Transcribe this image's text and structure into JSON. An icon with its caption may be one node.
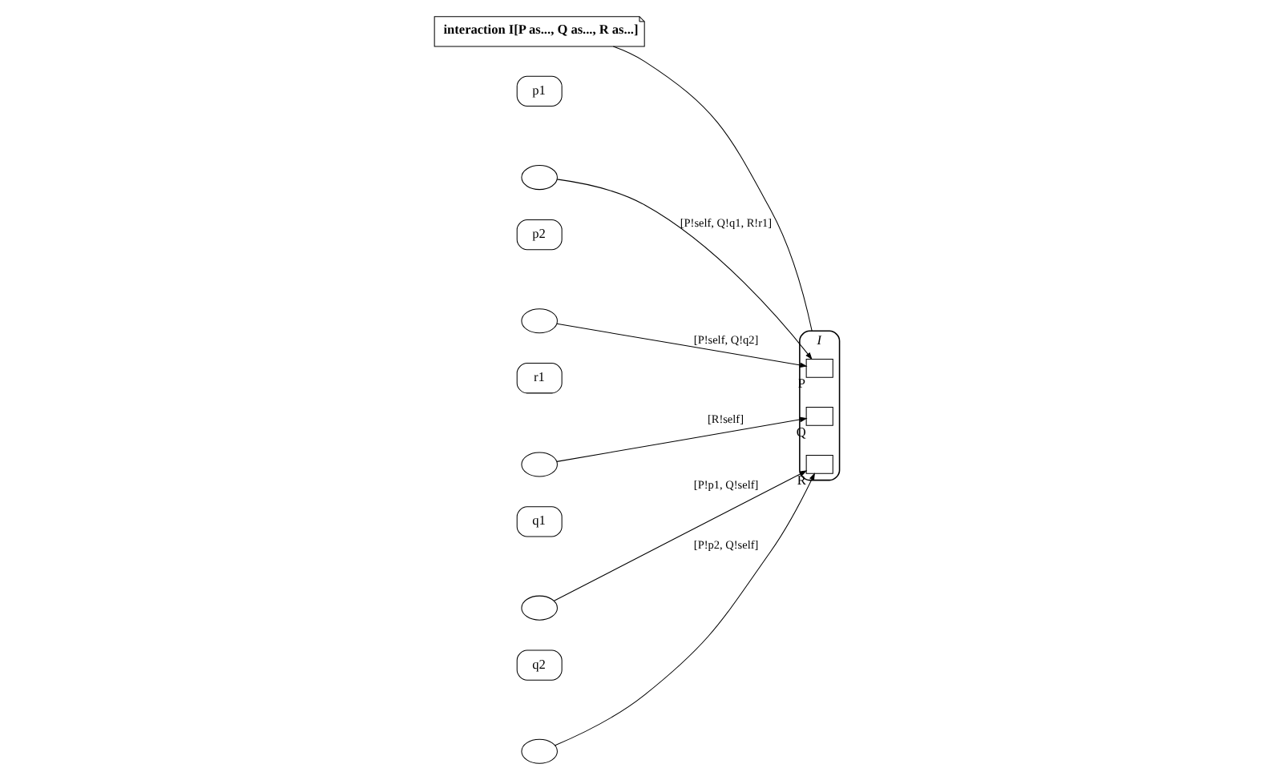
{
  "diagram": {
    "nodes": [
      {
        "text": [
          "interaction I[P as..., Q as..., R as...]"
        ]
      },
      {
        "text": [
          "I"
        ]
      },
      {
        "text": [],
        "shape": "box",
        "in": 1,
        "beside": [
          "P"
        ]
      },
      {
        "text": [],
        "shape": "box",
        "in": 1,
        "beside": [
          "Q"
        ]
      },
      {
        "text": [],
        "shape": "box",
        "in": 1,
        "beside": [
          "R"
        ]
      },
      {
        "text": [
          "p1"
        ]
      },
      {
        "text": [],
        "shape": "ellipse"
      },
      {
        "text": [
          "p2"
        ]
      },
      {
        "text": [],
        "shape": "ellipse"
      },
      {
        "text": [
          "r1"
        ]
      },
      {
        "text": [],
        "shape": "ellipse"
      },
      {
        "text": [
          "q1"
        ]
      },
      {
        "text": [],
        "shape": "ellipse"
      },
      {
        "text": [
          "q2"
        ]
      },
      {
        "text": [],
        "shape": "ellipse"
      }
    ],
    "edges": [
      {
        "from": 0,
        "to": 1,
        "arrow": "none"
      },
      {
        "from": 6,
        "to": 2,
        "arrow": "to",
        "label": "[P!self, Q!q1, R!r1]"
      },
      {
        "from": 8,
        "to": 2,
        "arrow": "to",
        "label": "[P!self, Q!q2]"
      },
      {
        "from": 10,
        "to": 3,
        "arrow": "to",
        "label": "[R!self]"
      },
      {
        "from": 12,
        "to": 4,
        "arrow": "to",
        "label": "[P!p1, Q!self]"
      },
      {
        "from": 14,
        "to": 4,
        "arrow": "to",
        "label": "[P!p2, Q!self]"
      }
    ]
  }
}
